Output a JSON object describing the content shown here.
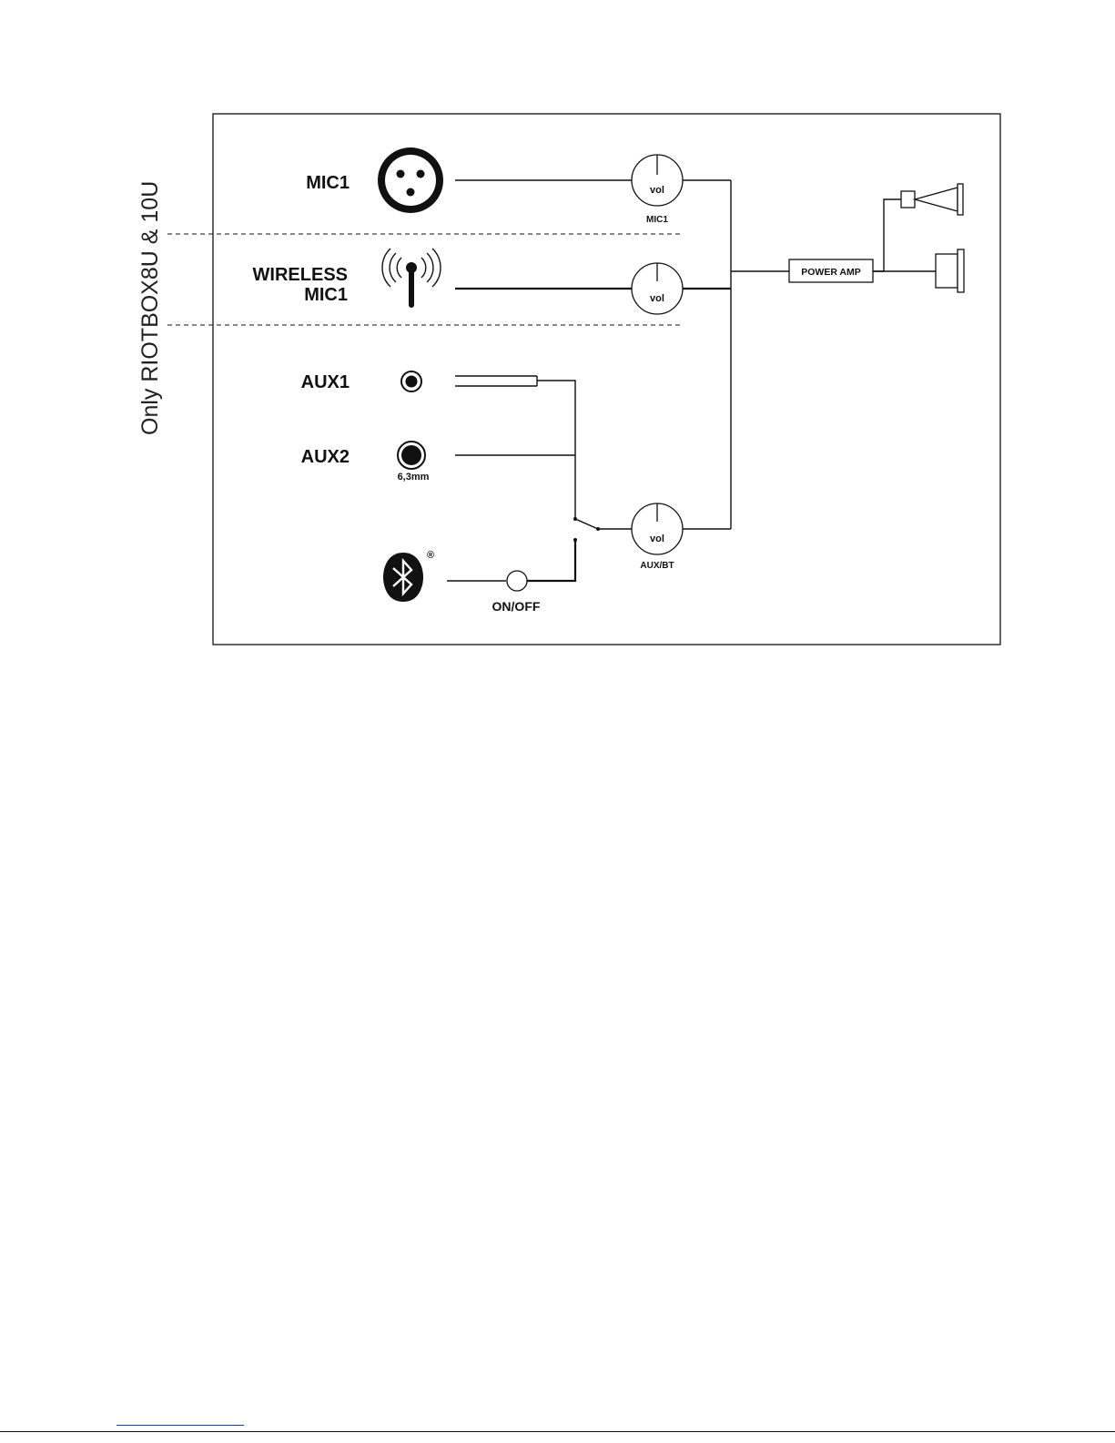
{
  "side_note": "Only RIOTBOX8U & 10U",
  "inputs": {
    "mic1": "MIC1",
    "wireless_line1": "WIRELESS",
    "wireless_line2": "MIC1",
    "aux1": "AUX1",
    "aux2": "AUX2",
    "aux2_jack": "6,3mm"
  },
  "controls": {
    "vol_knob_label": "vol",
    "mic1_knob_caption": "MIC1",
    "auxbt_knob_caption": "AUX/BT",
    "bt_switch": "ON/OFF"
  },
  "power_amp": "POWER AMP",
  "registered_mark": "®",
  "icons": [
    "xlr-connector-icon",
    "antenna-icon",
    "mini-jack-icon",
    "jack-6-3mm-icon",
    "bluetooth-icon",
    "tweeter-icon",
    "woofer-icon"
  ]
}
